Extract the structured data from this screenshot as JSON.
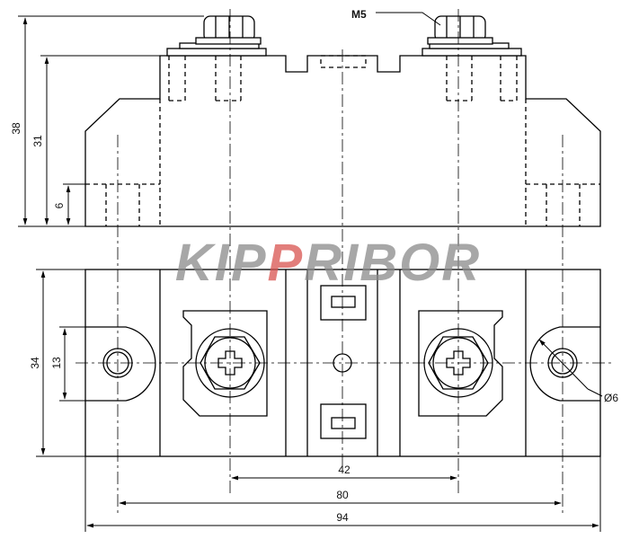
{
  "watermark": {
    "prefix": "KIP",
    "accent": "P",
    "suffix": "RIBOR",
    "gray_color": "#8a8a8a",
    "accent_color": "#d9534f"
  },
  "callouts": {
    "thread": "M5",
    "hole": "Ø6"
  },
  "side_view": {
    "overall_height": "38",
    "body_height": "31",
    "foot_height": "6"
  },
  "top_view": {
    "depth": "34",
    "lug_width": "13",
    "terminal_spacing": "42",
    "mount_hole_spacing": "80",
    "overall_length": "94"
  }
}
